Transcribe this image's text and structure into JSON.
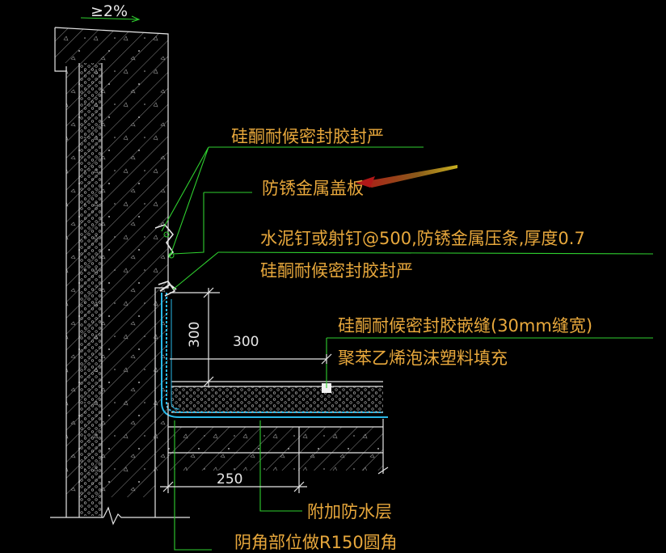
{
  "slope": "≥2%",
  "labels": {
    "sealant_top": "硅酮耐候密封胶封严",
    "cover_plate": "防锈金属盖板",
    "nail": "水泥钉或射钉@500,防锈金属压条,厚度0.7",
    "sealant_mid": "硅酮耐候密封胶封严",
    "joint": "硅酮耐候密封胶嵌缝(30mm缝宽)",
    "filler": "聚苯乙烯泡沫塑料填充",
    "extra_layer": "附加防水层",
    "corner": "阴角部位做R150圆角"
  },
  "dimensions": {
    "vertical": "300",
    "horizontal": "300",
    "bottom": "250"
  },
  "colors": {
    "background": "#000000",
    "outline": "#e6e6e6",
    "leader": "#2fd02f",
    "membrane": "#28b8e8",
    "label": "#e8a83c",
    "arrow": "#b01818"
  }
}
